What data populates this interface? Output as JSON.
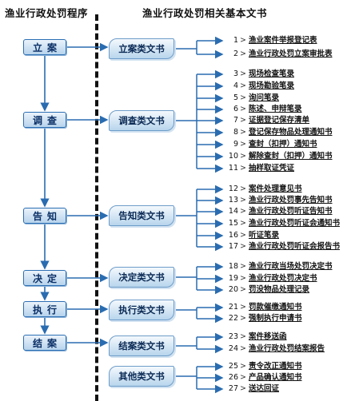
{
  "titles": {
    "left": "渔业行政处罚程序",
    "right": "渔业行政处罚相关基本文书"
  },
  "stages": [
    {
      "label": "立案",
      "banner": "立案类文书",
      "docs": [
        {
          "num": "1",
          "text": "渔业案件举报登记表"
        },
        {
          "num": "2",
          "text": "渔业行政处罚立案审批表"
        }
      ]
    },
    {
      "label": "调查",
      "banner": "调查类文书",
      "docs": [
        {
          "num": "3",
          "text": "现场检查笔录"
        },
        {
          "num": "4",
          "text": "现场勘验笔录"
        },
        {
          "num": "5",
          "text": "询问笔录"
        },
        {
          "num": "6",
          "text": "陈述、申辩笔录"
        },
        {
          "num": "7",
          "text": "证据登记保存清单"
        },
        {
          "num": "8",
          "text": "登记保存物品处理通知书"
        },
        {
          "num": "9",
          "text": "查封（扣押）通知书"
        },
        {
          "num": "10",
          "text": "解除查封（扣押）通知书"
        },
        {
          "num": "11",
          "text": "抽样取证凭证"
        }
      ]
    },
    {
      "label": "告知",
      "banner": "告知类文书",
      "docs": [
        {
          "num": "12",
          "text": "案件处理意见书"
        },
        {
          "num": "13",
          "text": "渔业行政处罚事先告知书"
        },
        {
          "num": "14",
          "text": "渔业行政处罚听证告知书"
        },
        {
          "num": "15",
          "text": "渔业行政处罚听证会通知书"
        },
        {
          "num": "16",
          "text": "听证笔录"
        },
        {
          "num": "17",
          "text": "渔业行政处罚听证会报告书"
        }
      ]
    },
    {
      "label": "决定",
      "banner": "决定类文书",
      "docs": [
        {
          "num": "18",
          "text": "渔业行政当场处罚决定书"
        },
        {
          "num": "19",
          "text": "渔业行政处罚决定书"
        },
        {
          "num": "20",
          "text": "罚没物品处理记录"
        }
      ]
    },
    {
      "label": "执行",
      "banner": "执行类文书",
      "docs": [
        {
          "num": "21",
          "text": "罚款催缴通知书"
        },
        {
          "num": "22",
          "text": "强制执行申请书"
        }
      ]
    },
    {
      "label": "结案",
      "banner": "结案类文书",
      "docs": [
        {
          "num": "23",
          "text": "案件移送函"
        },
        {
          "num": "24",
          "text": "渔业行政处罚结案报告"
        }
      ]
    },
    {
      "label": "",
      "banner": "其他类文书",
      "docs": [
        {
          "num": "25",
          "text": "责令改正通知书"
        },
        {
          "num": "26",
          "text": "产品确认通知书"
        },
        {
          "num": "27",
          "text": "送达回证"
        }
      ]
    }
  ],
  "arrow_glyph": ">",
  "colors": {
    "line": "#2a6cb0",
    "stage_border": "#2c6fb3"
  }
}
